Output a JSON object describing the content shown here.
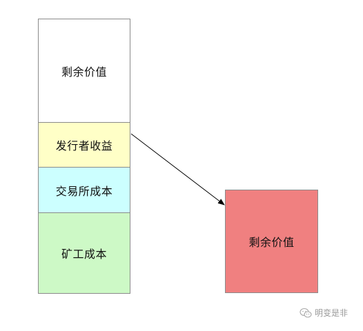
{
  "diagram": {
    "stack": [
      {
        "id": "remaining",
        "label": "剩余价值",
        "color": "#ffffff"
      },
      {
        "id": "issuer",
        "label": "发行者收益",
        "color": "#ffffc7"
      },
      {
        "id": "exchange",
        "label": "交易所成本",
        "color": "#ccffff"
      },
      {
        "id": "miner",
        "label": "矿工成本",
        "color": "#cdf9c6"
      }
    ],
    "result": {
      "label": "剩余价值",
      "color": "#f08080"
    },
    "arrow_color": "#000000"
  },
  "watermark": {
    "text": "明变是非",
    "icon": "wechat-icon"
  }
}
